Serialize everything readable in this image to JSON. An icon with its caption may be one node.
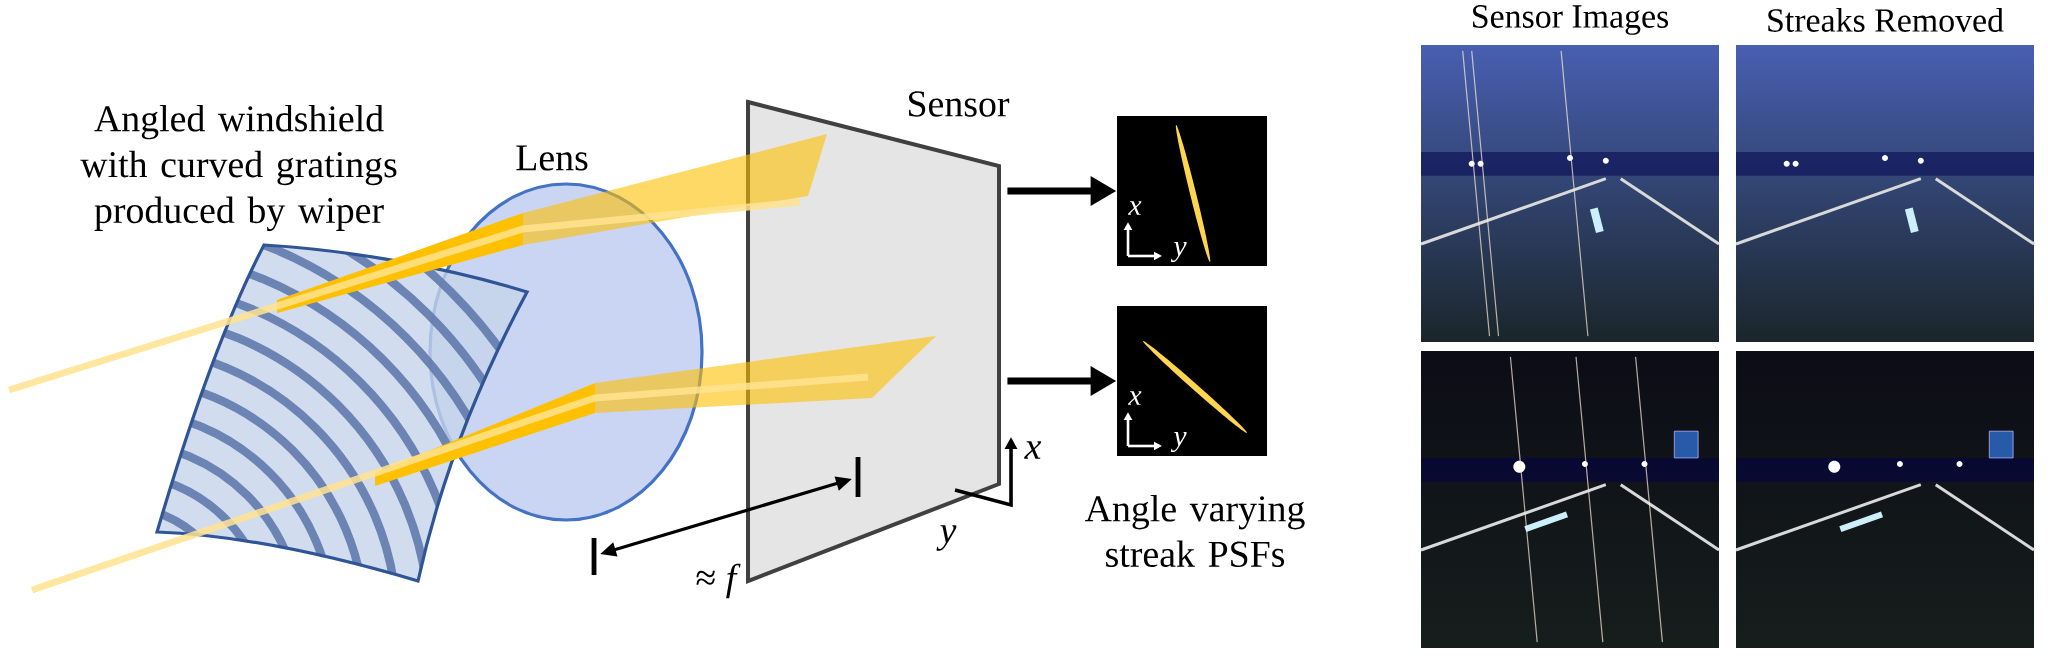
{
  "diagram": {
    "nodes": [
      {
        "text": [
          "Angled windshield with curved gratings produced by wiper"
        ]
      },
      {
        "text": [
          "Lens"
        ]
      },
      {
        "text": [
          "Sensor"
        ]
      },
      {
        "text": [
          "x",
          "y"
        ]
      },
      {
        "text": [
          "x",
          "y"
        ]
      }
    ],
    "edges": [
      {
        "from": 2,
        "to": 3,
        "arrow": "to"
      },
      {
        "from": 2,
        "to": 4,
        "arrow": "to"
      }
    ],
    "labels": [
      "x",
      "y",
      "≈ *f*",
      "Angle varying streak PSFs",
      "Sensor Images",
      "Streaks Removed"
    ]
  }
}
